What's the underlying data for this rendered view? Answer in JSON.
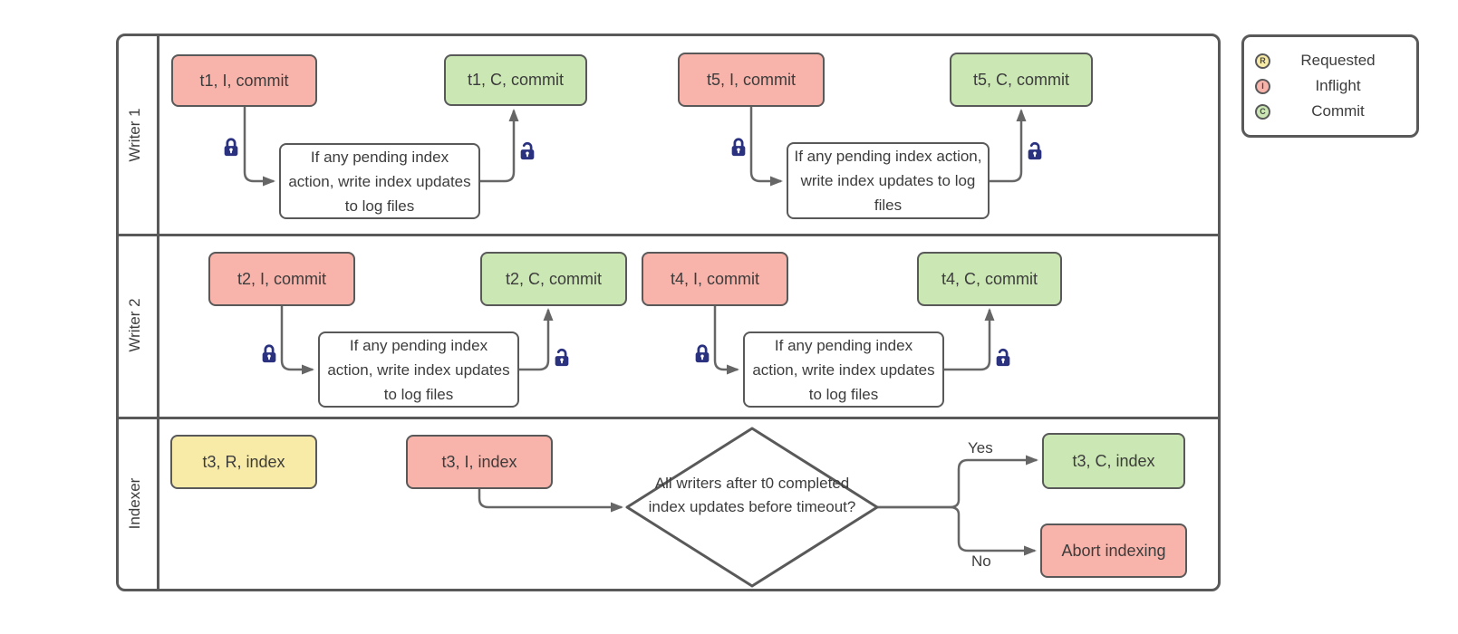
{
  "lanes": [
    {
      "label": "Writer 1"
    },
    {
      "label": "Writer 2"
    },
    {
      "label": "Indexer"
    }
  ],
  "nodes": {
    "t1_inflight": "t1, I, commit",
    "t1_commit": "t1, C, commit",
    "t5_inflight": "t5, I, commit",
    "t5_commit": "t5, C, commit",
    "t2_inflight": "t2, I, commit",
    "t2_commit": "t2, C, commit",
    "t4_inflight": "t4, I, commit",
    "t4_commit": "t4, C, commit",
    "t3_requested": "t3, R, index",
    "t3_inflight": "t3, I, index",
    "t3_commit": "t3, C, index",
    "abort": "Abort indexing"
  },
  "process_note": "If any pending index action, write index updates to log files",
  "decision": {
    "question": "All writers after t0 completed index updates before timeout?",
    "yes_label": "Yes",
    "no_label": "No"
  },
  "legend": {
    "items": [
      {
        "symbol": "R",
        "label": "Requested"
      },
      {
        "symbol": "I",
        "label": "Inflight"
      },
      {
        "symbol": "C",
        "label": "Commit"
      }
    ]
  },
  "colors": {
    "requested": "#f8eba8",
    "inflight": "#f8b3aa",
    "commit": "#cbe7b3",
    "border": "#595959",
    "connector": "#666666",
    "lock": "#2a3280",
    "text": "#3c3c3c"
  }
}
